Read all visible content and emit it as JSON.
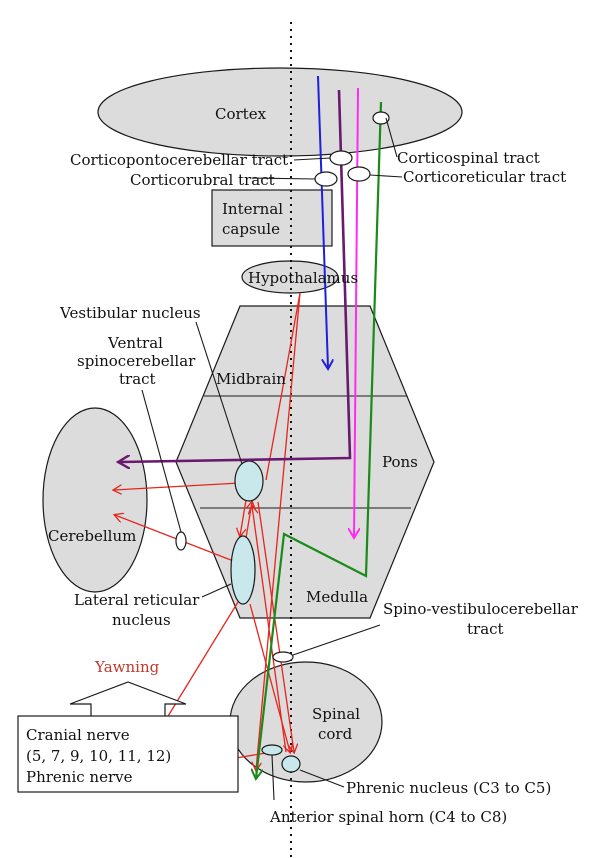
{
  "labels": {
    "cortex": "Cortex",
    "corticopontocerebellar_tract": "Corticopontocerebellar tract",
    "corticorubral_tract": "Corticorubral tract",
    "corticospinal_tract": "Corticospinal tract",
    "corticoreticular_tract": "Corticoreticular tract",
    "internal_capsule_line1": "Internal",
    "internal_capsule_line2": "capsule",
    "hypothalamus": "Hypothalamus",
    "vestibular_nucleus": "Vestibular nucleus",
    "ventral_spinocerebellar_line1": "Ventral",
    "ventral_spinocerebellar_line2": "spinocerebellar",
    "ventral_spinocerebellar_line3": "tract",
    "midbrain": "Midbrain",
    "pons": "Pons",
    "cerebellum": "Cerebellum",
    "medulla": "Medulla",
    "lateral_reticular_line1": "Lateral reticular",
    "lateral_reticular_line2": "nucleus",
    "spino_vestibulocerebellar_line1": "Spino-vestibulocerebellar",
    "spino_vestibulocerebellar_line2": "tract",
    "yawning": "Yawning",
    "cranial_nerve_line1": "Cranial nerve",
    "cranial_nerve_line2": "(5, 7, 9, 10, 11, 12)",
    "phrenic_nerve": "Phrenic nerve",
    "spinal_cord_line1": "Spinal",
    "spinal_cord_line2": "cord",
    "phrenic_nucleus": "Phrenic nucleus (C3 to C5)",
    "anterior_spinal_horn": "Anterior spinal horn (C4 to C8)"
  },
  "colors": {
    "corticopontocerebellar": "#1f1fdc",
    "corticorubral": "#6a1a6e",
    "corticoreticular": "#ff2cf0",
    "corticospinal": "#1a8a1a",
    "yawning_pathway": "#e8241c",
    "yawning_label": "#c0392b",
    "structure_fill": "#dcdcdc",
    "nucleus_fill": "#c8e8ec"
  }
}
